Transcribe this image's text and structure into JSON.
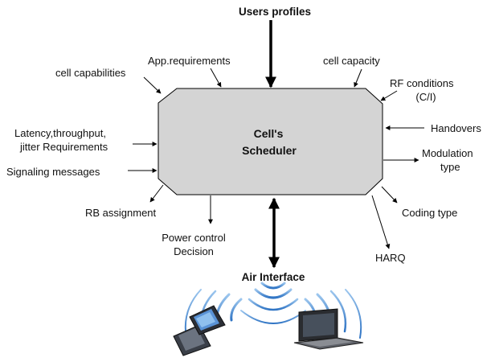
{
  "labels": {
    "users_profiles": "Users profiles",
    "cell_capabilities": "cell capabilities",
    "app_requirements": "App.requirements",
    "cell_capacity": "cell capacity",
    "rf_conditions_1": "RF conditions",
    "rf_conditions_2": "(C/I)",
    "latency_1": "Latency,throughput,",
    "latency_2": "jitter Requirements",
    "handovers": "Handovers",
    "modulation_1": "Modulation",
    "modulation_2": "type",
    "signaling_messages": "Signaling messages",
    "rb_assignment": "RB assignment",
    "coding_type": "Coding type",
    "power_control_1": "Power control",
    "power_control_2": "Decision",
    "harq": "HARQ",
    "air_interface": "Air Interface"
  },
  "scheduler": {
    "line1": "Cell's",
    "line2": "Scheduler"
  },
  "colors": {
    "box_fill": "#d4d4d4",
    "stroke": "#000000",
    "waves": "#4a8fd6"
  }
}
